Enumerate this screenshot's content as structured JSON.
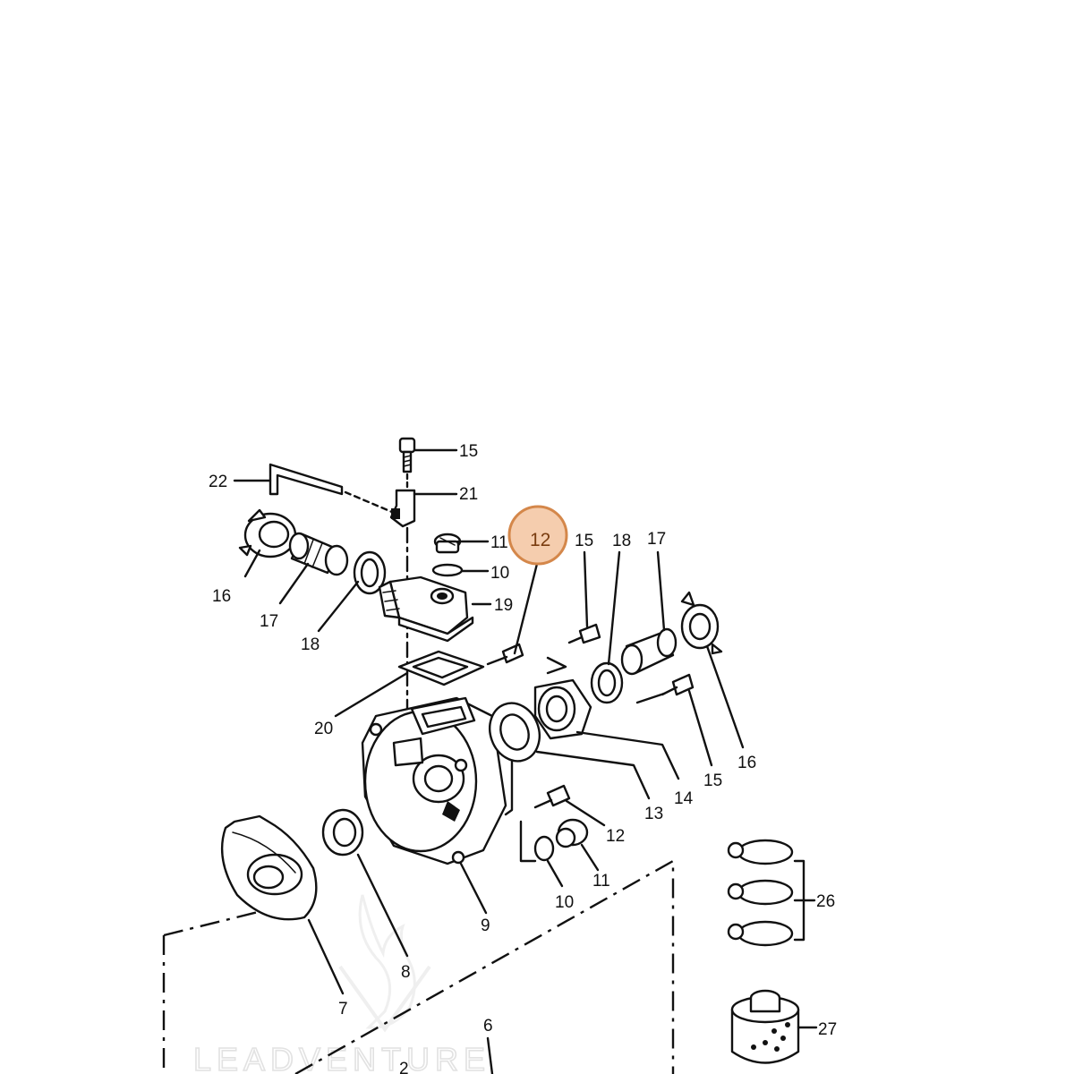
{
  "callouts": {
    "c15_top": "15",
    "c21": "21",
    "c22": "22",
    "c11_top": "11",
    "c12_highlight": "12",
    "c15_right": "15",
    "c18_right": "18",
    "c17_right": "17",
    "c10_top": "10",
    "c19": "19",
    "c16_left": "16",
    "c17_left": "17",
    "c18_left": "18",
    "c20": "20",
    "c16_right": "16",
    "c15_lower": "15",
    "c14": "14",
    "c13": "13",
    "c12_lower": "12",
    "c11_lower": "11",
    "c10_lower": "10",
    "c9": "9",
    "c8": "8",
    "c7": "7",
    "c6": "6",
    "c2": "2",
    "c26": "26",
    "c27": "27"
  },
  "highlight": {
    "color": "#f3c4a0",
    "stroke": "#d4874a",
    "callout": "12"
  },
  "watermark": {
    "text": "LEADVENTURE",
    "color": "#e2e2e2"
  }
}
